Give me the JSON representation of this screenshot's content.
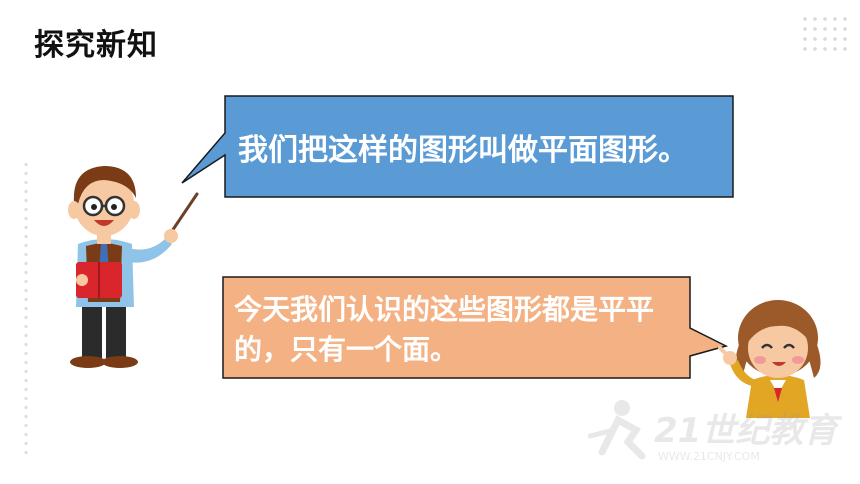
{
  "header": {
    "title": "探究新知"
  },
  "bubbles": [
    {
      "text": "我们把这样的图形叫做平面图形。",
      "color": "#5b9bd5"
    },
    {
      "text": "今天我们认识的这些图形都是平平的，只有一个面。",
      "color": "#f4b183"
    }
  ],
  "colors": {
    "title": "#111111",
    "bubble_border": "#1a1a1a"
  }
}
